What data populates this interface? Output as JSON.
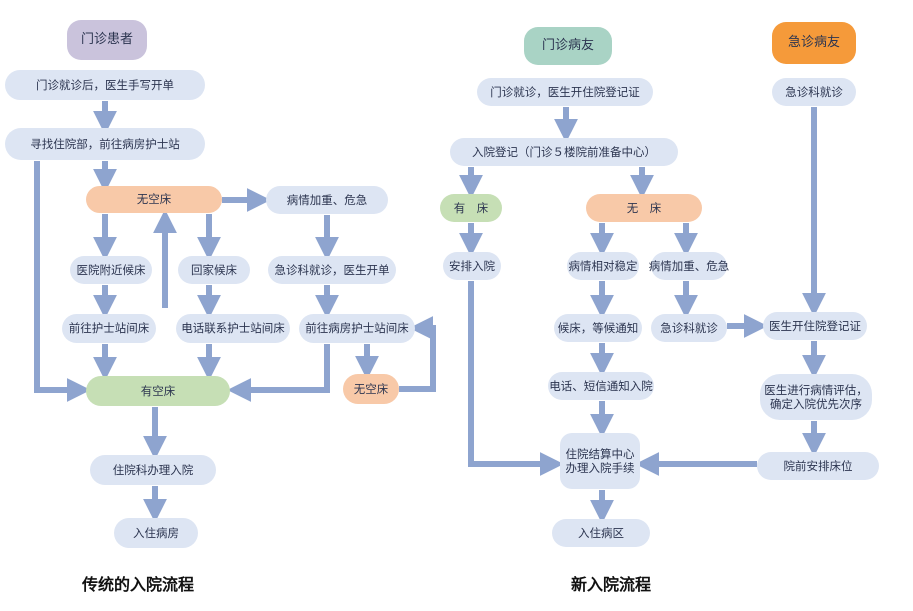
{
  "colors": {
    "arrow": "#8ea4cf",
    "node_blue": "#dde5f3",
    "node_peach": "#f8c9a8",
    "node_green": "#c6dfb5",
    "node_violet": "#cac3dc",
    "node_teal": "#a9d3c5",
    "node_orange": "#f59a3a"
  },
  "left": {
    "title": "门诊患者",
    "n1": "门诊就诊后，医生手写开单",
    "n2": "寻找住院部，前往病房护士站",
    "n3": "无空床",
    "n4": "病情加重、危急",
    "n5": "医院附近候床",
    "n6": "回家候床",
    "n7": "急诊科就诊，医生开单",
    "n8": "前往护士站间床",
    "n9": "电话联系护士站间床",
    "n10": "前往病房护士站间床",
    "n11": "有空床",
    "n12": "无空床",
    "n13": "住院科办理入院",
    "n14": "入住病房",
    "caption": "传统的入院流程"
  },
  "right": {
    "title_a": "门诊病友",
    "title_b": "急诊病友",
    "n1": "门诊就诊，医生开住院登记证",
    "n2": "入院登记（门诊５楼院前准备中心）",
    "n3": "有　床",
    "n4": "无　床",
    "n5": "安排入院",
    "n6": "病情相对稳定",
    "n7": "病情加重、危急",
    "n8": "候床，等候通知",
    "n9": "急诊科就诊",
    "n10": "电话、短信通知入院",
    "n11": "住院结算中心\n办理入院手续",
    "n12": "入住病区",
    "e1": "急诊科就诊",
    "e2": "医生开住院登记证",
    "e3": "医生进行病情评估，\n确定入院优先次序",
    "e4": "院前安排床位",
    "caption": "新入院流程"
  }
}
